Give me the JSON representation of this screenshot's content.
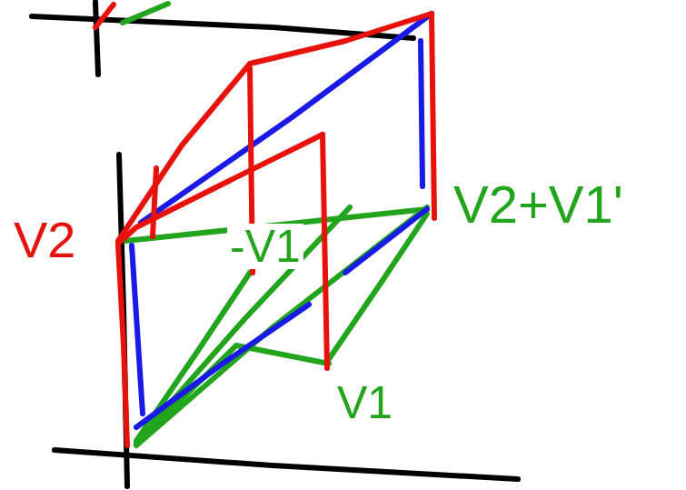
{
  "diagram": {
    "labels": [
      "V2",
      "-V1",
      "V2+V1'",
      "V1"
    ]
  }
}
